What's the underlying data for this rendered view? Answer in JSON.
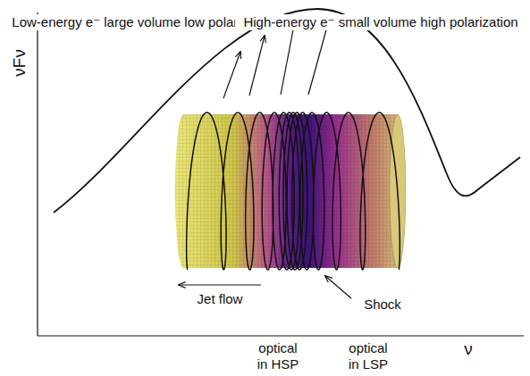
{
  "diagram": {
    "labels": [
      "νFν",
      "ν",
      "Low-energy e⁻ large volume low polarization",
      "High-energy e⁻ small volume high polarization",
      "Jet flow",
      "Shock",
      "optical in HSP",
      "optical in LSP"
    ]
  }
}
